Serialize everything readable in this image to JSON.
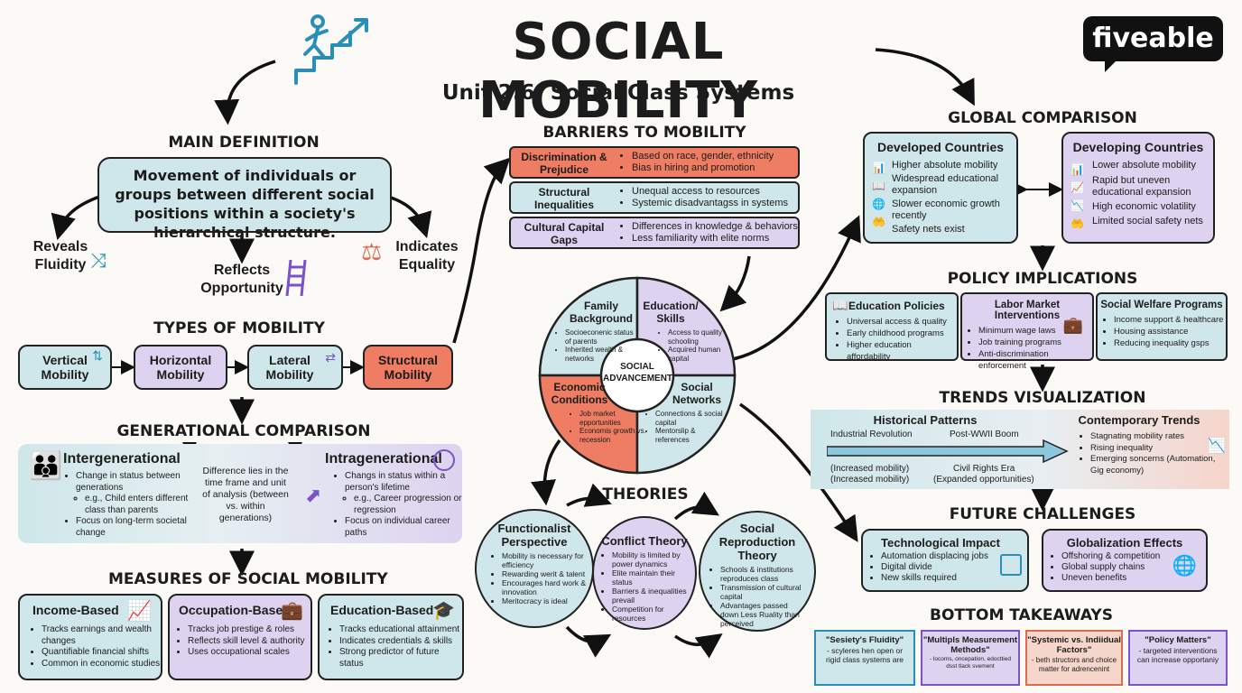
{
  "title": "SOCIAL MOBILITY",
  "subtitle": "Unit 2.6: Social Class Systems",
  "logo": "fiveable",
  "definition": {
    "heading": "MAIN DEFINITION",
    "text": "Movement of individuals or groups between different social positions within a society's hierarchical structure.",
    "reveals": "Reveals Fluidity",
    "reflects": "Reflects Opportunity",
    "indicates": "Indicates Equality"
  },
  "types": {
    "heading": "TYPES OF MOBILITY",
    "items": [
      "Vertical Mobility",
      "Horizontal Mobility",
      "Lateral Mobility",
      "Structural Mobility"
    ]
  },
  "generational": {
    "heading": "GENERATIONAL COMPARISON",
    "inter_title": "Intergenerational",
    "inter_b1": "Change in status between generations",
    "inter_sub": "e.g., Child enters different class than parents",
    "inter_b2": "Focus on long-term societal change",
    "middle": "Difference lies in the time frame and unit of analysis (between vs. within generations)",
    "intra_title": "Intragenerational",
    "intra_b1": "Changs in status within a person's lifetime",
    "intra_sub": "e.g., Career progression or regression",
    "intra_b2": "Focus on individual career paths"
  },
  "measures": {
    "heading": "MEASURES OF SOCIAL MOBILITY",
    "income": {
      "title": "Income-Based",
      "items": [
        "Tracks earnings and wealth changes",
        "Quantifiable financial shifts",
        "Common in economic studies"
      ]
    },
    "occupation": {
      "title": "Occupation-Based",
      "items": [
        "Tracks job prestige & roles",
        "Reflects skill level & authority",
        "Uses occupational scales"
      ]
    },
    "education": {
      "title": "Education-Based",
      "items": [
        "Tracks educational attainment",
        "Indicates credentials & skills",
        "Strong predictor of future status"
      ]
    }
  },
  "barriers": {
    "heading": "BARRIERS TO MOBILITY",
    "rows": [
      {
        "label": "Discrimination & Prejudice",
        "b1": "Based on race, gender, ethnicity",
        "b2": "Bias in hiring and promotion"
      },
      {
        "label": "Structural Inequalities",
        "b1": "Unequal access to resources",
        "b2": "Systemic disadvantagss in systems"
      },
      {
        "label": "Cultural Capital Gaps",
        "b1": "Differences in knowledge & behaviors",
        "b2": "Less familiarity with elite norms"
      }
    ]
  },
  "wheel": {
    "center": "SOCIAL ADVANCEMENT",
    "family": {
      "title": "Family Background",
      "b1": "Socioeconenic status of parents",
      "b2": "Inherited wealth & networks"
    },
    "education": {
      "title": "Education/ Skills",
      "b1": "Access to quality schooling",
      "b2": "Acquired human capital"
    },
    "economic": {
      "title": "Economic Conditions",
      "b1": "Job market epportunities",
      "b2": "Economis growth vs. recession"
    },
    "social": {
      "title": "Social Networks",
      "b1": "Connections & social capital",
      "b2": "Mentorslip & references"
    }
  },
  "theories": {
    "heading": "THEORIES",
    "functionalist": {
      "title": "Functionalist Perspective",
      "items": [
        "Mobility is necessary for efficiency",
        "Rewarding werit & talent",
        "Encourages hard work & innovation",
        "Meritocracy is ideal"
      ]
    },
    "conflict": {
      "title": "Conflict Theory",
      "items": [
        "Mobility is limited by power dynamics",
        "Elite maintain their status",
        "Barriers & inequalities prevail",
        "Competition for resources"
      ]
    },
    "reproduction": {
      "title": "Social Reproduction Theory",
      "items": [
        "Schools & institutions reproduces class",
        "Transmission of cultural capital",
        "Advantages passed down Less Ruality than perceived"
      ]
    }
  },
  "global": {
    "heading": "GLOBAL COMPARISON",
    "developed": {
      "title": "Developed Countries",
      "items": [
        "Higher absolute mobility",
        "Widespread educational expansion",
        "Slower economic growth recently",
        "Safety nets exist"
      ]
    },
    "developing": {
      "title": "Developing Countries",
      "items": [
        "Lower absolute mobility",
        "Rapid but uneven educational expansion",
        "High economic volatility",
        "Limited social safety nets"
      ]
    }
  },
  "policy": {
    "heading": "POLICY IMPLICATIONS",
    "education": {
      "title": "Education Policies",
      "items": [
        "Universal access & quality",
        "Early childhood programs",
        "Higher education affordability"
      ]
    },
    "labor": {
      "title": "Labor Market Interventions",
      "items": [
        "Minimum wage laws",
        "Job training programs",
        "Anti-discrimination enforcement"
      ]
    },
    "welfare": {
      "title": "Social Welfare Programs",
      "items": [
        "Income support & healthcare",
        "Housing assistance",
        "Reducing inequality gsps"
      ]
    }
  },
  "trends": {
    "heading": "TRENDS VISUALIZATION",
    "historical": "Historical Patterns",
    "industrial": "Industrial Revolution",
    "postwar": "Post-WWII Boom",
    "inc1": "(Increased mobility)",
    "inc2": "(Increased mobility)",
    "civil": "Civil Rights Era",
    "expanded": "(Expanded opportunities)",
    "contemporary": "Contemporary Trends",
    "items": [
      "Stagnating mobility rates",
      "Rising inequality",
      "Emerging soncerns (Automation, Gig economy)"
    ]
  },
  "future": {
    "heading": "FUTURE CHALLENGES",
    "tech": {
      "title": "Technological Impact",
      "items": [
        "Automation displacing jobs",
        "Digital divide",
        "New skills required"
      ]
    },
    "global": {
      "title": "Globalization Effects",
      "items": [
        "Offshoring & competition",
        "Global supply chains",
        "Uneven benefits"
      ]
    }
  },
  "takeaways": {
    "heading": "BOTTOM TAKEAWAYS",
    "items": [
      {
        "title": "\"Sesiety's Fluidity\"",
        "text": "- scyleres hen open or rigid class systems are"
      },
      {
        "title": "\"Multipls Measurement Methods\"",
        "text": "- locoms, oncepation, edocttied dsst tlack svement"
      },
      {
        "title": "\"Systemic vs. Indiidual Factors\"",
        "text": "- beth structors and choice matter for adrencenint"
      },
      {
        "title": "\"Policy Matters\"",
        "text": "- targeted interventions can increase opportaniy"
      }
    ]
  },
  "colors": {
    "teal": "#cfe7ea",
    "purple": "#ddd3f0",
    "red": "#ee7d63",
    "accent": "#2a8fb8"
  }
}
